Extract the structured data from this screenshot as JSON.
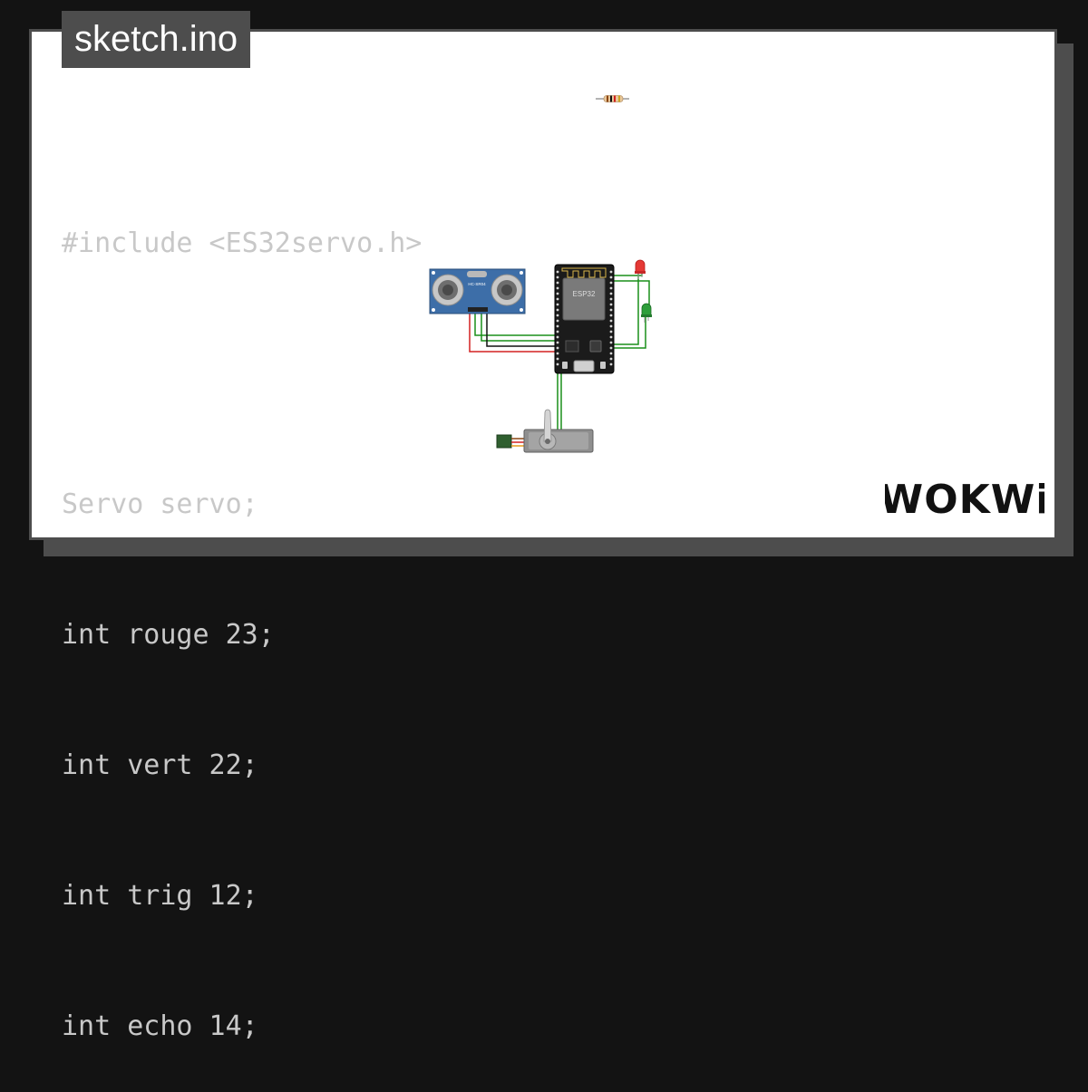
{
  "file_tab": {
    "label": "sketch.ino"
  },
  "code": {
    "lines": [
      "#include <ES32servo.h>",
      "",
      "Servo servo;",
      "int rouge 23;",
      "int vert 22;",
      "int trig 12;",
      "int echo 14;"
    ]
  },
  "circuit": {
    "sensor_label": "HC-SR04",
    "board_label": "ESP32"
  },
  "brand": {
    "logo_text": "WOKWi"
  },
  "colors": {
    "background": "#131313",
    "card": "#ffffff",
    "frame": "#4d4d4d",
    "code_text": "#c8c8c8",
    "wire_green": "#1a8f1a",
    "wire_red": "#d42020",
    "led_red": "#e53935",
    "led_green": "#2e9e3a",
    "sensor_blue": "#3d6ea8"
  }
}
